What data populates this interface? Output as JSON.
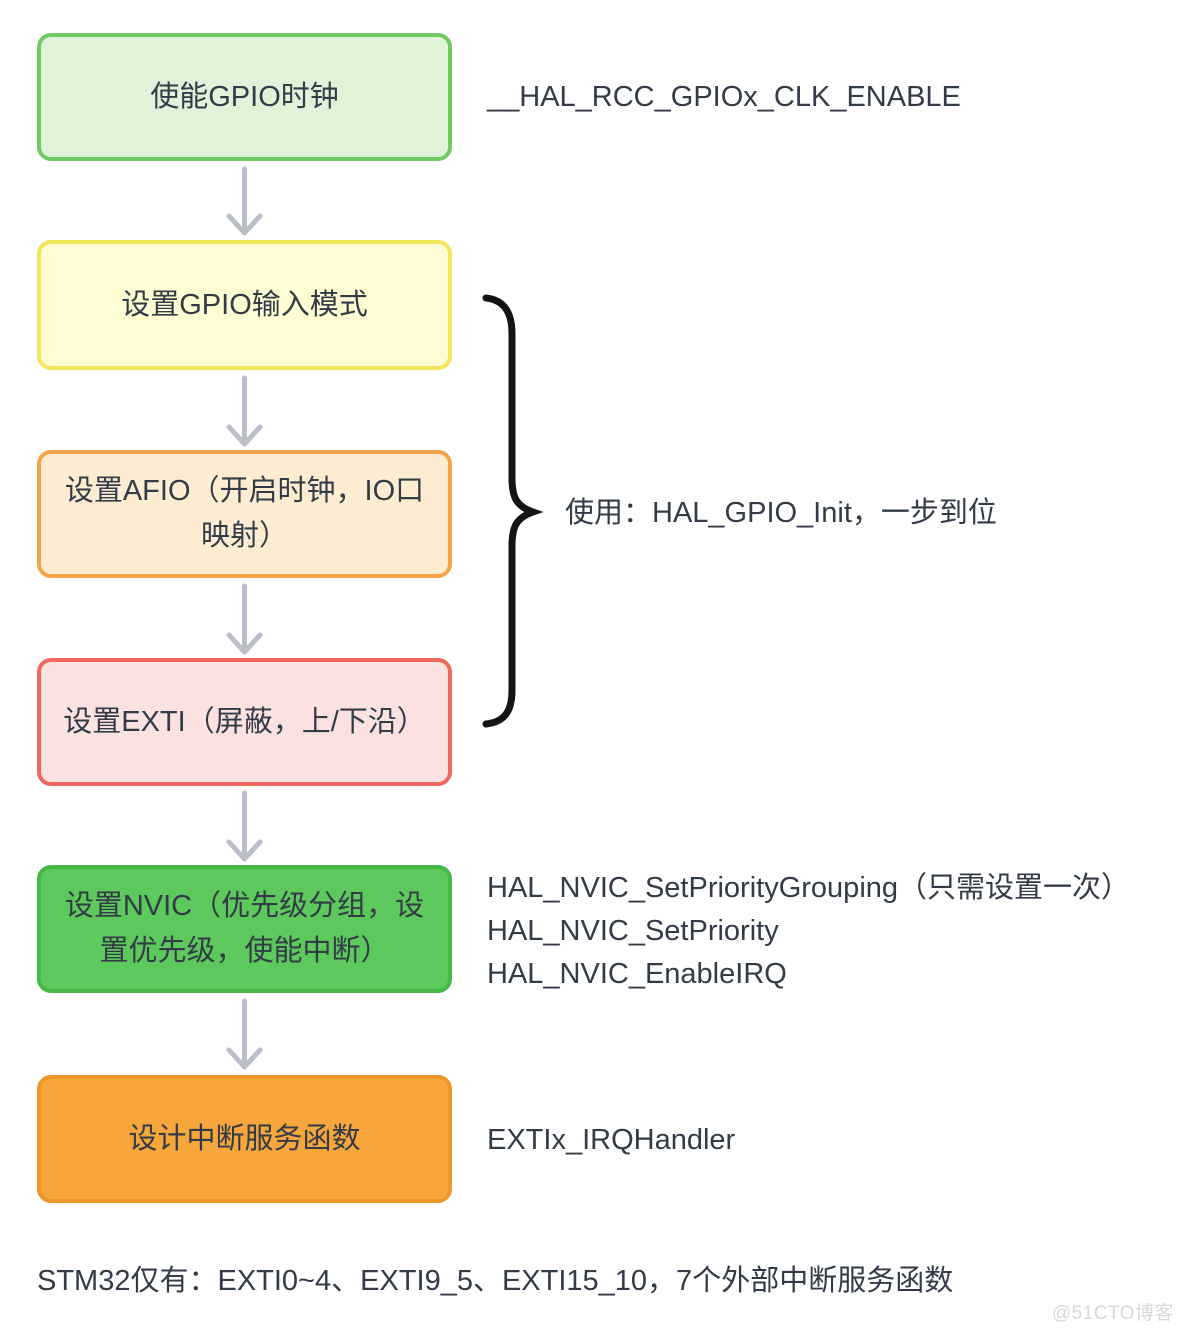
{
  "colors": {
    "text": "#333b47",
    "arrow": "#b9bec7",
    "brace": "#141414",
    "watermark_text": "#d9d9d9"
  },
  "flow": {
    "steps": [
      {
        "name": "enable-gpio-clock",
        "lines": [
          "使能GPIO时钟"
        ],
        "fill": "#def3d7",
        "border": "#6fcb61"
      },
      {
        "name": "gpio-input-mode",
        "lines": [
          "设置GPIO输入模式"
        ],
        "fill": "#fdfcd3",
        "border": "#f4e65b"
      },
      {
        "name": "afio",
        "lines": [
          "设置AFIO（开启时钟，IO口",
          "映射）"
        ],
        "fill": "#fdecd1",
        "border": "#f3a44b"
      },
      {
        "name": "exti",
        "lines": [
          "设置EXTI（屏蔽，上/下沿）"
        ],
        "fill": "#fbe1e0",
        "border": "#f1695e"
      },
      {
        "name": "nvic",
        "lines": [
          "设置NVIC（优先级分组，设",
          "置优先级，使能中断）"
        ],
        "fill": "#5dc95c",
        "border": "#45b847"
      },
      {
        "name": "isr",
        "lines": [
          "设计中断服务函数"
        ],
        "fill": "#f6a63b",
        "border": "#ee9627"
      }
    ],
    "annotations": {
      "clock_macro": "__HAL_RCC_GPIOx_CLK_ENABLE",
      "gpio_init_note": "使用：HAL_GPIO_Init，一步到位",
      "nvic_functions": [
        "HAL_NVIC_SetPriorityGrouping（只需设置一次）",
        "HAL_NVIC_SetPriority",
        "HAL_NVIC_EnableIRQ"
      ],
      "irq_handler": "EXTIx_IRQHandler"
    },
    "footer_note": "STM32仅有：EXTI0~4、EXTI9_5、EXTI15_10，7个外部中断服务函数"
  },
  "watermark": "@51CTO博客"
}
